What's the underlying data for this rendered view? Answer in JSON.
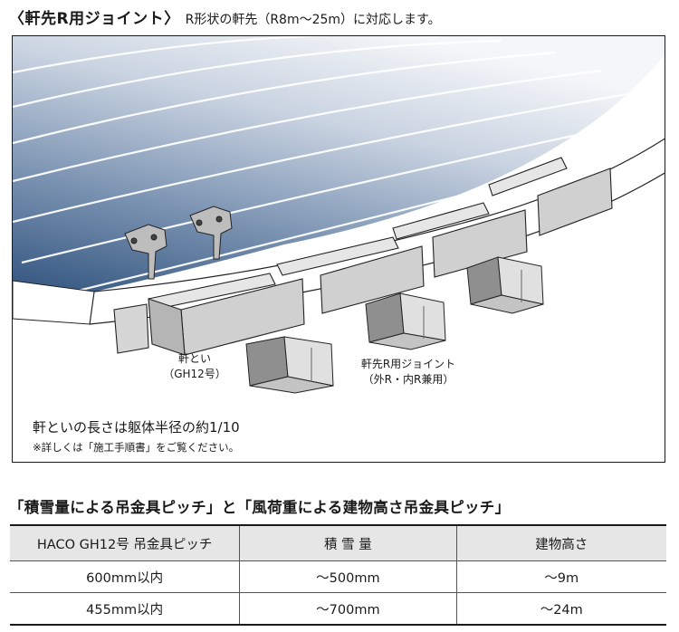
{
  "header": {
    "title": "〈軒先R用ジョイント〉",
    "subtitle": "R形状の軒先（R8m〜25m）に対応します。"
  },
  "figure": {
    "label_gutter": [
      "軒とい",
      "（GH12号）"
    ],
    "label_joint": [
      "軒先R用ジョイント",
      "（外R・内R兼用）"
    ],
    "note_main": "軒といの長さは躯体半径の約1/10",
    "note_sub": "※詳しくは「施工手順書」をご覧ください。"
  },
  "section": {
    "title": "「積雪量による吊金具ピッチ」と「風荷重による建物高さ吊金具ピッチ」"
  },
  "table": {
    "headers": [
      "HACO GH12号 吊金具ピッチ",
      "積 雪 量",
      "建物高さ"
    ],
    "rows": [
      [
        "600mm以内",
        "〜500mm",
        "〜9m"
      ],
      [
        "455mm以内",
        "〜700mm",
        "〜24m"
      ]
    ]
  },
  "colors": {
    "roof_dark": "#3d5e88",
    "roof_light": "#eef1f6",
    "gutter_face": "#d2d2d2",
    "table_header_bg": "#e6e6e6"
  }
}
